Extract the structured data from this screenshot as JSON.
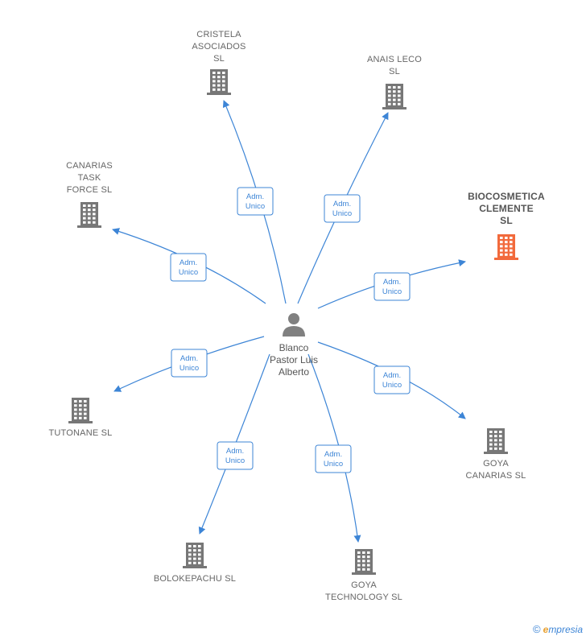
{
  "center": {
    "label_lines": [
      "Blanco",
      "Pastor Luis",
      "Alberto"
    ],
    "icon": "person-icon"
  },
  "edge_label": [
    "Adm.",
    "Unico"
  ],
  "colors": {
    "edge": "#3d85d6",
    "building": "#777777",
    "highlight_building": "#f26a3c",
    "person": "#808080"
  },
  "nodes": [
    {
      "id": "cristela",
      "label_lines": [
        "CRISTELA",
        "ASOCIADOS",
        "SL"
      ],
      "icon": "building-icon",
      "highlight": false
    },
    {
      "id": "anais",
      "label_lines": [
        "ANAIS LECO",
        "SL"
      ],
      "icon": "building-icon",
      "highlight": false
    },
    {
      "id": "canarias-task",
      "label_lines": [
        "CANARIAS",
        "TASK",
        "FORCE  SL"
      ],
      "icon": "building-icon",
      "highlight": false
    },
    {
      "id": "biocosmetica",
      "label_lines": [
        "BIOCOSMETICA",
        "CLEMENTE",
        "SL"
      ],
      "icon": "building-icon",
      "highlight": true
    },
    {
      "id": "tutonane",
      "label_lines": [
        "TUTONANE  SL"
      ],
      "icon": "building-icon",
      "highlight": false
    },
    {
      "id": "goya-canarias",
      "label_lines": [
        "GOYA",
        "CANARIAS  SL"
      ],
      "icon": "building-icon",
      "highlight": false
    },
    {
      "id": "bolokepachu",
      "label_lines": [
        "BOLOKEPACHU SL"
      ],
      "icon": "building-icon",
      "highlight": false
    },
    {
      "id": "goya-technology",
      "label_lines": [
        "GOYA",
        "TECHNOLOGY SL"
      ],
      "icon": "building-icon",
      "highlight": false
    }
  ],
  "watermark": {
    "copyright": "©",
    "brand_initial": "e",
    "brand_rest": "mpresia"
  }
}
